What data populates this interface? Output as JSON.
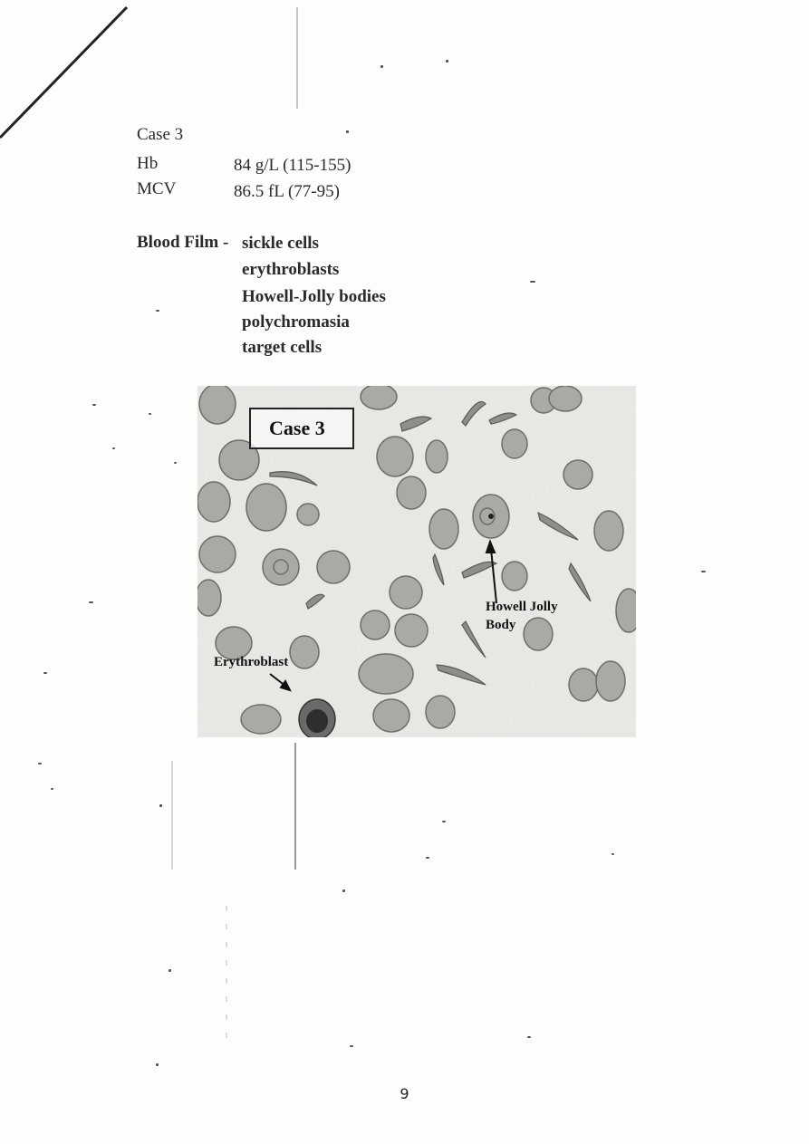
{
  "case_title": "Case 3",
  "labs": [
    {
      "name": "Hb",
      "value": "84 g/L (115-155)"
    },
    {
      "name": "MCV",
      "value": "86.5 fL (77-95)"
    }
  ],
  "blood_film": {
    "label": "Blood Film -",
    "findings": [
      "sickle cells",
      "erythroblasts",
      "Howell-Jolly bodies",
      "polychromasia",
      "target cells"
    ]
  },
  "micrograph": {
    "title": "Case 3",
    "labels": {
      "erythroblast": "Erythroblast",
      "howell_jolly_line1": "Howell Jolly",
      "howell_jolly_line2": "Body"
    }
  },
  "page_number": "9"
}
